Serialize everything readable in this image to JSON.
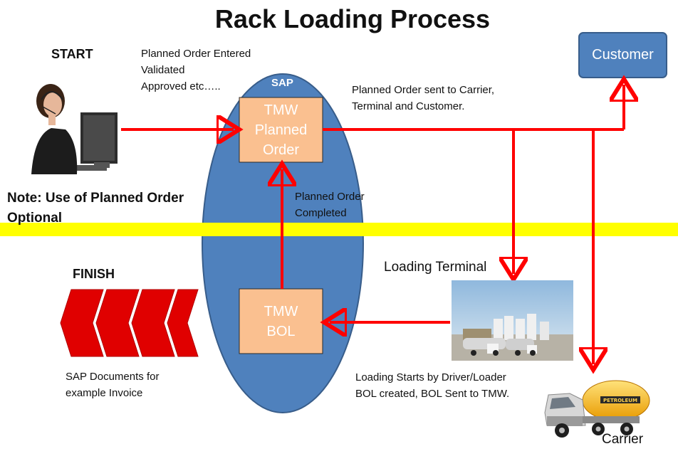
{
  "title": "Rack Loading Process",
  "labels": {
    "start": "START",
    "finish": "FINISH",
    "note_line1": "Note: Use of Planned Order",
    "note_line2": "Optional",
    "sap": "SAP",
    "planned_entered_line1": "Planned Order Entered",
    "planned_entered_line2": "Validated",
    "planned_entered_line3": "Approved etc…..",
    "sent_to_carrier_line1": "Planned Order sent to Carrier,",
    "sent_to_carrier_line2": "Terminal and Customer.",
    "planned_completed_line1": "Planned Order",
    "planned_completed_line2": "Completed",
    "loading_terminal": "Loading Terminal",
    "loading_starts_line1": "Loading Starts by Driver/Loader",
    "loading_starts_line2": "BOL created, BOL Sent to TMW.",
    "sap_docs_line1": "SAP Documents for",
    "sap_docs_line2": "example Invoice",
    "carrier": "Carrier",
    "tanker_text": "PETROLEUM"
  },
  "boxes": {
    "customer": "Customer",
    "tmw_planned_line1": "TMW",
    "tmw_planned_line2": "Planned",
    "tmw_planned_line3": "Order",
    "tmw_bol_line1": "TMW",
    "tmw_bol_line2": "BOL"
  },
  "colors": {
    "arrow": "#ff0000",
    "ellipse": "#4f81bd",
    "box_fill": "#fac090",
    "customer_fill": "#4f81bd",
    "divider": "#ffff00",
    "chevron": "#e00000"
  }
}
